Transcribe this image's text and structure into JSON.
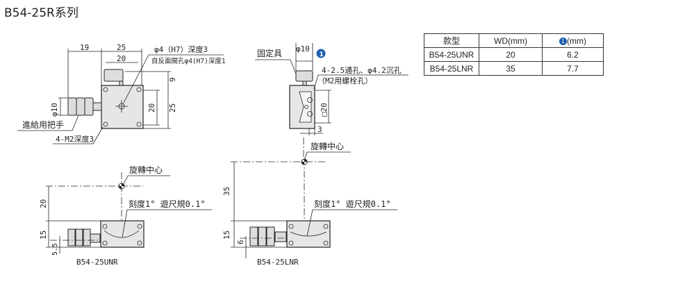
{
  "title": "B54-25R系列",
  "top_view": {
    "dim_19": "19",
    "dim_25_w": "25",
    "dim_20_w": "20",
    "dim_9": "9",
    "dim_20_h": "20",
    "dim_25_h": "25",
    "dim_phi10": "φ10",
    "hole_note_1": "φ4（H7）深度3",
    "hole_note_2": "自反面開孔φ4(H7)深度1",
    "feed_handle": "進給用把手",
    "tap_note": "4-M2深度3"
  },
  "side_view": {
    "fixture": "固定具",
    "dim_phi10": "φ10",
    "badge": "1",
    "hole_note_1": "4-2.5通孔、φ4.2沉孔",
    "hole_note_2": "（M2用螺栓孔）",
    "dim_square20": "□20",
    "dim_3": "3",
    "rotation_center": "旋轉中心"
  },
  "front_unr": {
    "rotation_center": "旋轉中心",
    "scale_note": "刻度1°  遊尺規0.1°",
    "dim_20": "20",
    "dim_15": "15",
    "dim_5_5": "5.5",
    "label": "B54-25UNR"
  },
  "front_lnr": {
    "scale_note": "刻度1°  遊尺規0.1°",
    "dim_35": "35",
    "dim_15": "15",
    "dim_6": "6",
    "label": "B54-25LNR"
  },
  "table": {
    "headers": [
      "款型",
      "WD(mm)",
      "(mm)"
    ],
    "header_badge": "1",
    "rows": [
      [
        "B54-25UNR",
        "20",
        "6.2"
      ],
      [
        "B54-25LNR",
        "35",
        "7.7"
      ]
    ]
  },
  "colors": {
    "badge": "#1f5fae",
    "block": "#e6e6e6"
  }
}
